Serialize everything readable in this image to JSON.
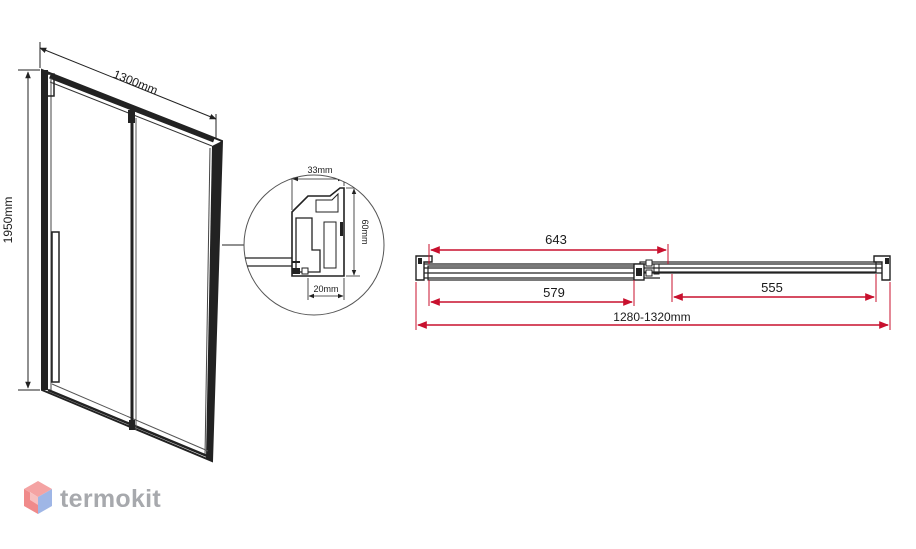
{
  "diagram": {
    "front_view": {
      "width_label": "1300mm",
      "height_label": "1950mm"
    },
    "profile_detail": {
      "top_width_label": "33mm",
      "height_label": "60mm",
      "bottom_width_label": "20mm"
    },
    "plan_view": {
      "upper_panel_label": "643",
      "lower_left_label": "579",
      "lower_right_label": "555",
      "total_label": "1280-1320mm"
    },
    "colors": {
      "dimension_red": "#c8102e",
      "line_dark": "#222222",
      "logo_gray": "#a7a9ad",
      "logo_blue": "#9fb6e6",
      "logo_red": "#f08a8a"
    }
  },
  "brand": {
    "logo_text": "termokit",
    "logo_icon": "cube-logo-icon"
  }
}
